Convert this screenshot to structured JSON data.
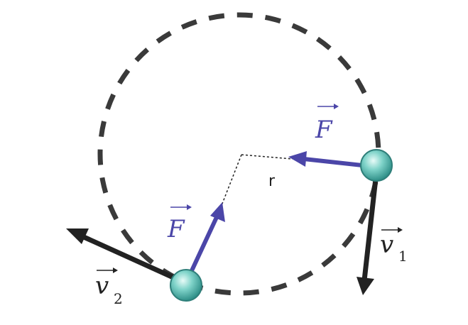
{
  "labels": {
    "force_top": "F",
    "force_bottom": "F",
    "radius": "r",
    "velocity_1": "v",
    "velocity_1_sub": "1",
    "velocity_2": "v",
    "velocity_2_sub": "2"
  },
  "colors": {
    "orbit": "#3a3a3a",
    "force": "#4b46a8",
    "velocity": "#222222",
    "ball_fill": "#5cc3b8",
    "ball_edge": "#2f7f7a"
  }
}
